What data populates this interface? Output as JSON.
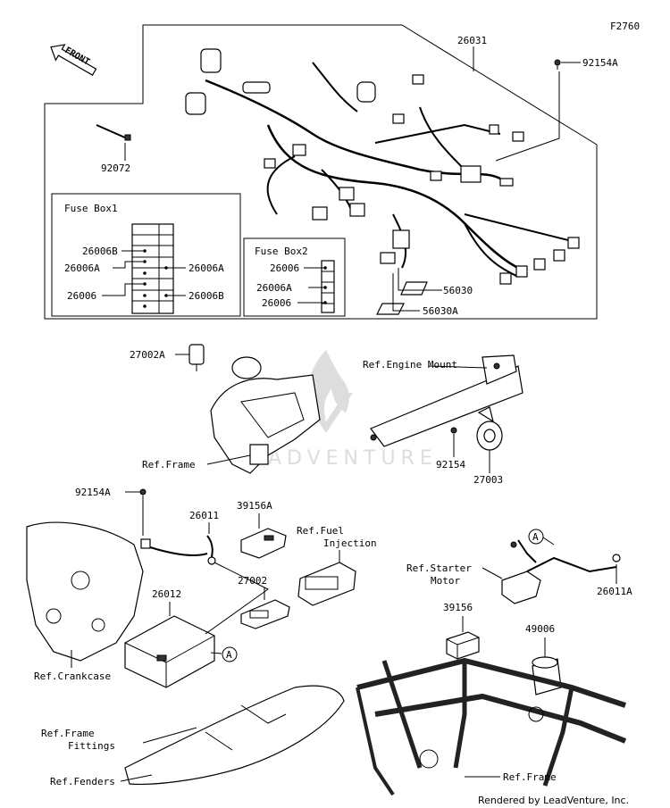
{
  "diagram_code": "F2760",
  "front_label": "FRONT",
  "watermark": "ADVENTURE",
  "credit": "Rendered by LeadVenture, Inc.",
  "parts": {
    "p26031": "26031",
    "p92154A_top": "92154A",
    "p92072": "92072",
    "p56030": "56030",
    "p56030A": "56030A",
    "p27002A": "27002A",
    "p92154": "92154",
    "p27003": "27003",
    "p92154A_bottom": "92154A",
    "p26011": "26011",
    "p39156A": "39156A",
    "p26012": "26012",
    "p27002": "27002",
    "p26011A": "26011A",
    "p39156": "39156",
    "p49006": "49006"
  },
  "fuse_box1": {
    "title": "Fuse Box1",
    "label_26006B_left": "26006B",
    "label_26006A_left": "26006A",
    "label_26006_left": "26006",
    "label_26006A_right": "26006A",
    "label_26006B_right": "26006B"
  },
  "fuse_box2": {
    "title": "Fuse Box2",
    "label_26006": "26006",
    "label_26006A": "26006A",
    "label_26006b": "26006"
  },
  "refs": {
    "frame_top": "Ref.Frame",
    "engine_mount": "Ref.Engine Mount",
    "fuel_injection_1": "Ref.Fuel",
    "fuel_injection_2": "Injection",
    "starter_motor_1": "Ref.Starter",
    "starter_motor_2": "Motor",
    "crankcase": "Ref.Crankcase",
    "frame_fittings_1": "Ref.Frame",
    "frame_fittings_2": "Fittings",
    "fenders": "Ref.Fenders",
    "frame_bottom": "Ref.Frame"
  },
  "callout_a": "A"
}
